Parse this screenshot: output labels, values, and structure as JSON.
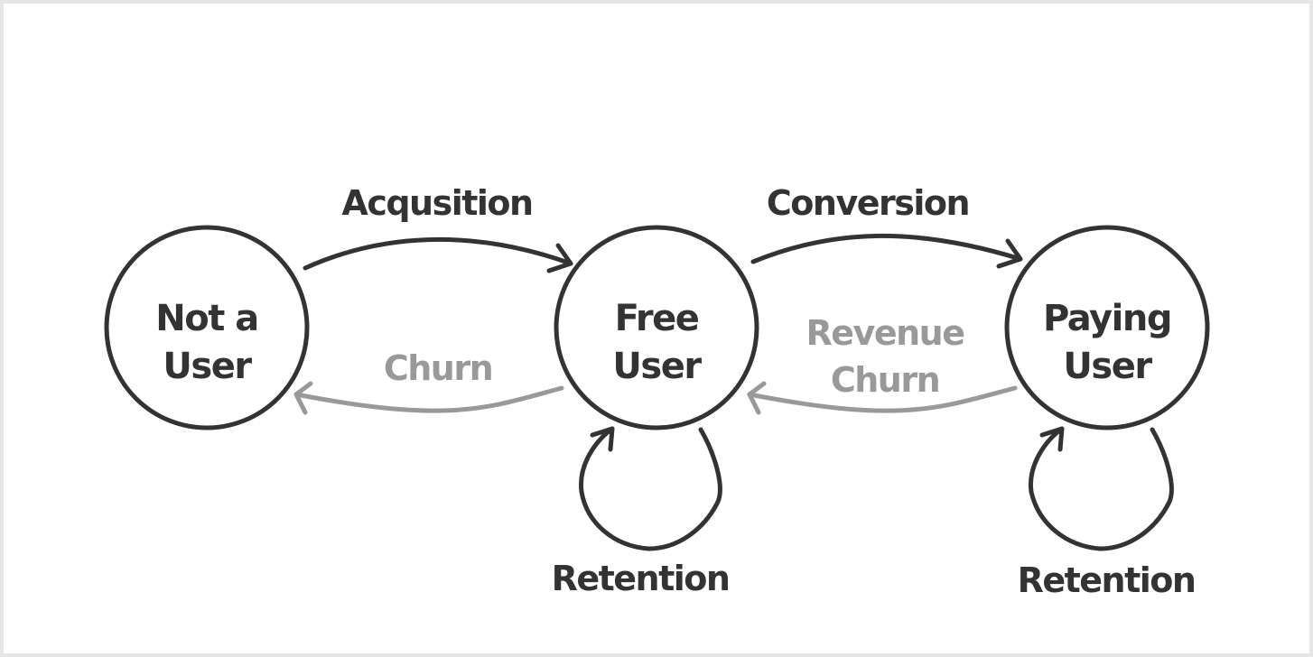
{
  "nodes": {
    "not_a_user": {
      "line1": "Not a",
      "line2": "User"
    },
    "free_user": {
      "line1": "Free",
      "line2": "User"
    },
    "paying_user": {
      "line1": "Paying",
      "line2": "User"
    }
  },
  "edges": {
    "acquisition": "Acqusition",
    "conversion": "Conversion",
    "churn": "Churn",
    "revenue_churn_line1": "Revenue",
    "revenue_churn_line2": "Churn",
    "free_retention": "Retention",
    "paying_retention": "Retention"
  },
  "colors": {
    "dark": "#333333",
    "light": "#999999",
    "background": "#ffffff",
    "border": "#e6e6e6"
  }
}
